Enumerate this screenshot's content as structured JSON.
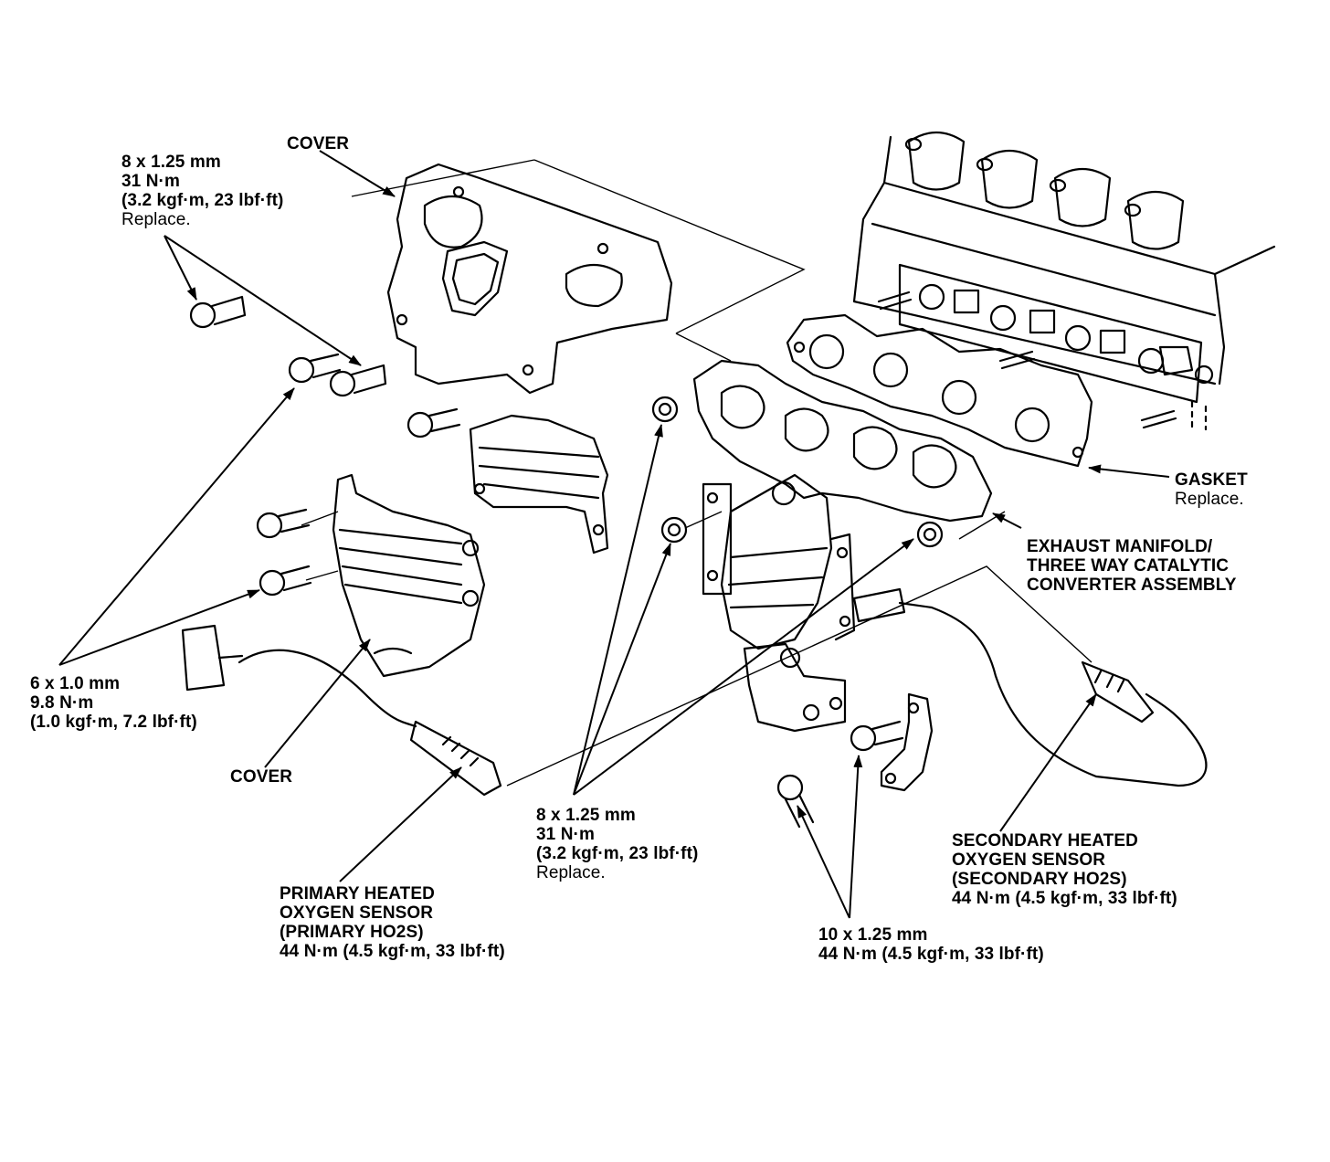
{
  "diagram": {
    "callouts": {
      "cover_top": {
        "lines": [
          "COVER"
        ]
      },
      "bolt_top": {
        "lines": [
          "8 x 1.25 mm",
          "31 N·m",
          "(3.2 kgf·m, 23 lbf·ft)"
        ],
        "note": "Replace."
      },
      "bolt_cover_small": {
        "lines": [
          "6 x 1.0 mm",
          "9.8 N·m",
          "(1.0 kgf·m, 7.2 lbf·ft)"
        ]
      },
      "cover_lower": {
        "lines": [
          "COVER"
        ]
      },
      "gasket": {
        "lines": [
          "GASKET"
        ],
        "note": "Replace."
      },
      "manifold": {
        "lines": [
          "EXHAUST MANIFOLD/",
          "THREE WAY CATALYTIC",
          "CONVERTER ASSEMBLY"
        ]
      },
      "nut_center": {
        "lines": [
          "8 x 1.25 mm",
          "31 N·m",
          "(3.2 kgf·m, 23 lbf·ft)"
        ],
        "note": "Replace."
      },
      "primary_sensor": {
        "lines": [
          "PRIMARY HEATED",
          "OXYGEN SENSOR",
          "(PRIMARY HO2S)",
          "44 N·m (4.5 kgf·m, 33 lbf·ft)"
        ]
      },
      "bracket_bolt": {
        "lines": [
          "10 x 1.25 mm",
          "44 N·m (4.5 kgf·m, 33 lbf·ft)"
        ]
      },
      "secondary_sensor": {
        "lines": [
          "SECONDARY HEATED",
          "OXYGEN SENSOR",
          "(SECONDARY HO2S)",
          "44 N·m (4.5 kgf·m, 33 lbf·ft)"
        ]
      }
    }
  }
}
